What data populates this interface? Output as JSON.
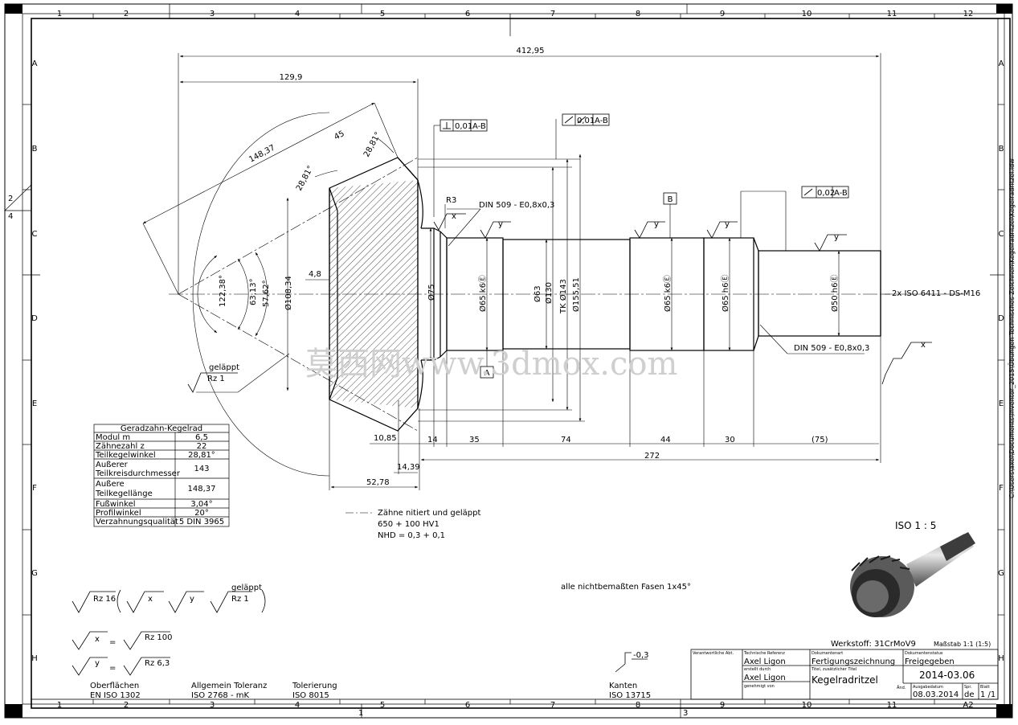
{
  "frame": {
    "columns": [
      "1",
      "2",
      "3",
      "4",
      "5",
      "6",
      "7",
      "8",
      "9",
      "10",
      "11",
      "12"
    ],
    "bottom_columns": [
      "1",
      "2",
      "3",
      "4",
      "5",
      "6",
      "7",
      "8",
      "9",
      "10",
      "11"
    ],
    "rows": [
      "A",
      "B",
      "C",
      "D",
      "E",
      "F",
      "G",
      "H"
    ],
    "sheet_mark_left_top": "2",
    "sheet_mark_left_bottom": "4",
    "bottom_mark_1": "1",
    "bottom_mark_3": "3",
    "side_path": "C:\\Users\\axel\\Documents\\Inventor_2015\\Übungen Technisches Zeichnen\\Kegelradritzel\\Kegelradritzel.idw"
  },
  "dimensions": {
    "overall_length": "412,95",
    "d129": "129,9",
    "d148": "148,37",
    "d45": "45",
    "ang_28_81a": "28,81°",
    "ang_28_81b": "28,81°",
    "ang_122": "122,38°",
    "ang_63": "63,13°",
    "ang_57": "57,62°",
    "dia_108": "Ø108,34",
    "d4_8": "4,8",
    "r3": "R3",
    "dia_75": "Ø75",
    "dia_65k6a": "Ø65 k6Ⓔ",
    "dia_63": "Ø63",
    "dia_130": "Ø130",
    "tk143": "TK Ø143",
    "dia_155": "Ø155,51",
    "dia_65k6b": "Ø65 k6Ⓔ",
    "dia_65h6": "Ø65 h6Ⓔ",
    "dia_50h6": "Ø50 h6Ⓔ",
    "d10_85": "10,85",
    "d14": "14",
    "d35": "35",
    "d74": "74",
    "d44": "44",
    "d30": "30",
    "d75p": "(75)",
    "d272": "272",
    "d14_39": "14,39",
    "d52_78": "52,78"
  },
  "annotations": {
    "din509_top": "DIN 509 - E0,8x0,3",
    "din509_bottom": "DIN 509 - E0,8x0,3",
    "iso6411": "2x ISO 6411 - DS-M16",
    "tol1": "0,01",
    "tol1_ref": "A-B",
    "tol2": "0,01",
    "tol2_ref": "A-B",
    "tol3": "0,02",
    "tol3_ref": "A-B",
    "datum_a": "A",
    "datum_b": "B",
    "surf_x": "x",
    "surf_y": "y",
    "gelaeppt": "geläppt",
    "rz1": "Rz 1",
    "teeth_note1": "Zähne nitiert und geläppt",
    "teeth_note2": "650 + 100 HV1",
    "teeth_note3": "NHD = 0,3 + 0,1",
    "fasen": "alle nichtbemaßten Fasen 1x45°",
    "iso_scale": "ISO 1 : 5",
    "watermark": "莫西网www.3dmox.com"
  },
  "gear_table": {
    "title": "Geradzahn-Kegelrad",
    "rows": [
      {
        "label": "Modul m",
        "value": "6,5"
      },
      {
        "label": "Zähnezahl z",
        "value": "22"
      },
      {
        "label": "Teilkegelwinkel",
        "value": "28,81°"
      },
      {
        "label": "Außerer",
        "label2": "Teilkreisdurchmesser",
        "value": "143"
      },
      {
        "label": "Außere",
        "label2": "Teilkegellänge",
        "value": "148,37"
      },
      {
        "label": "Fußwinkel",
        "value": "3,04°"
      },
      {
        "label": "Profilwinkel",
        "value": "20°"
      },
      {
        "label": "Verzahnungsqualität",
        "value": "5 DIN 3965"
      }
    ]
  },
  "surface_legend": {
    "rz16": "Rz 16",
    "x": "x",
    "y": "y",
    "gelaeppt": "geläppt",
    "rz1": "Rz 1",
    "eq": "=",
    "rz100": "Rz 100",
    "rz63": "Rz 6,3"
  },
  "standards": {
    "oberflaechen": "Oberflächen",
    "oberflaechen_std": "EN ISO 1302",
    "allgemein": "Allgemein Toleranz",
    "allgemein_std": "ISO 2768 - mK",
    "tolerierung": "Tolerierung",
    "tolerierung_std": "ISO 8015",
    "kanten": "Kanten",
    "kanten_std": "ISO 13715",
    "kanten_val": "-0,3"
  },
  "title_block": {
    "werkstoff": "Werkstoff: 31CrMoV9",
    "massstab": "Maßstab 1:1 (1:5)",
    "h_verantw": "Verantwortliche Abt.",
    "h_techref": "Technische Referenz",
    "techref": "Axel Ligon",
    "h_dokart": "Dokumentenart",
    "dokart": "Fertigungszeichnung",
    "h_dokstatus": "Dokumentenstatus",
    "dokstatus": "Freigegeben",
    "h_erstellt": "erstellt durch",
    "erstellt": "Axel Ligon",
    "h_titel": "Titel, zusätzlicher Titel",
    "titel": "Kegelradritzel",
    "h_genehmigt": "genehmigt von",
    "sachnr": "2014-03.06",
    "h_aend": "Änd.",
    "h_ausgabe": "Ausgabedatum",
    "ausgabe": "08.03.2014",
    "h_spr": "Spr.",
    "spr": "de",
    "h_blatt": "Blatt",
    "blatt": "1 /1",
    "format": "A2"
  }
}
